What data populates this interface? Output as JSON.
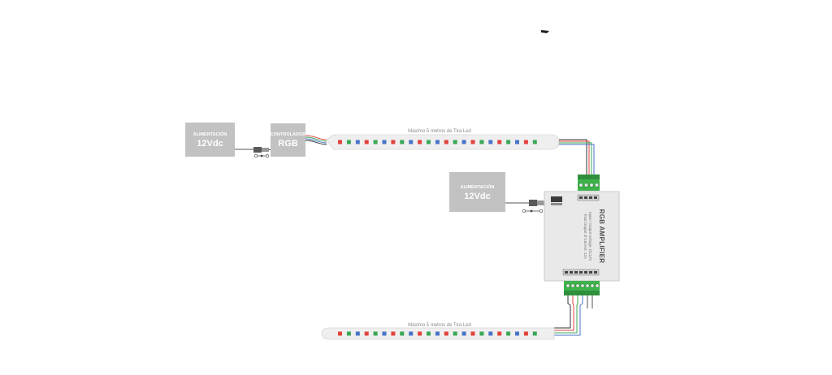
{
  "power_supply_1": {
    "title": "ALIMENTACIÓN",
    "voltage": "12Vdc"
  },
  "controller": {
    "title": "CONTROLADOR",
    "type": "RGB"
  },
  "power_supply_2": {
    "title": "ALIMENTACIÓN",
    "voltage": "12Vdc"
  },
  "strip_top": {
    "label": "Máximo 5 metros de Tira Led"
  },
  "strip_bottom": {
    "label": "Máximo 5 metros de Tira Led"
  },
  "amplifier": {
    "title": "RGB AMPLIFIER",
    "spec_1": "Input / Output Voltage: DC12V",
    "spec_2": "Total Output of Current: 12A"
  },
  "colors": {
    "box_fill": "#c2c2c2",
    "strip_fill": "#efefef",
    "led_red": "#e0443c",
    "led_green": "#3aa856",
    "led_blue": "#4a74c9",
    "terminal_green": "#3db34a",
    "amplifier_fill": "#e9e9e9"
  }
}
